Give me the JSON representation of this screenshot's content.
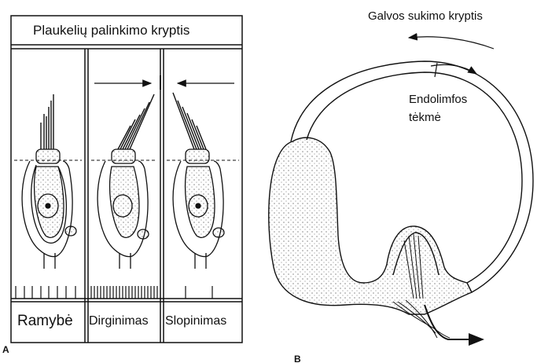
{
  "panel_a": {
    "label": "A",
    "title": "Plaukelių palinkimo kryptis",
    "columns": [
      "Ramybė",
      "Dirginimas",
      "Slopinimas"
    ]
  },
  "panel_b": {
    "label": "B",
    "title": "Galvos sukimo kryptis",
    "endolymph_line1": "Endolimfos",
    "endolymph_line2": "tėkmė"
  }
}
